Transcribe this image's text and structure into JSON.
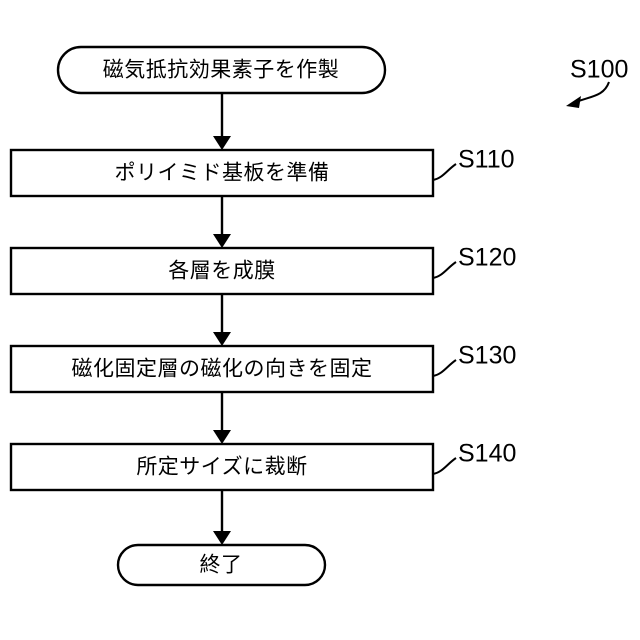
{
  "diagram": {
    "title_ref": "S100",
    "nodes": [
      {
        "id": "start",
        "shape": "terminator",
        "label": "磁気抵抗効果素子を作製",
        "ref": ""
      },
      {
        "id": "s110",
        "shape": "process",
        "label": "ポリイミド基板を準備",
        "ref": "S110"
      },
      {
        "id": "s120",
        "shape": "process",
        "label": "各層を成膜",
        "ref": "S120"
      },
      {
        "id": "s130",
        "shape": "process",
        "label": "磁化固定層の磁化の向きを固定",
        "ref": "S130"
      },
      {
        "id": "s140",
        "shape": "process",
        "label": "所定サイズに裁断",
        "ref": "S140"
      },
      {
        "id": "end",
        "shape": "terminator",
        "label": "終了",
        "ref": ""
      }
    ],
    "edges": [
      {
        "from": "start",
        "to": "s110"
      },
      {
        "from": "s110",
        "to": "s120"
      },
      {
        "from": "s120",
        "to": "s130"
      },
      {
        "from": "s130",
        "to": "s140"
      },
      {
        "from": "s140",
        "to": "end"
      }
    ],
    "colors": {
      "stroke": "#000000",
      "fill": "#ffffff",
      "background": "#ffffff"
    }
  }
}
